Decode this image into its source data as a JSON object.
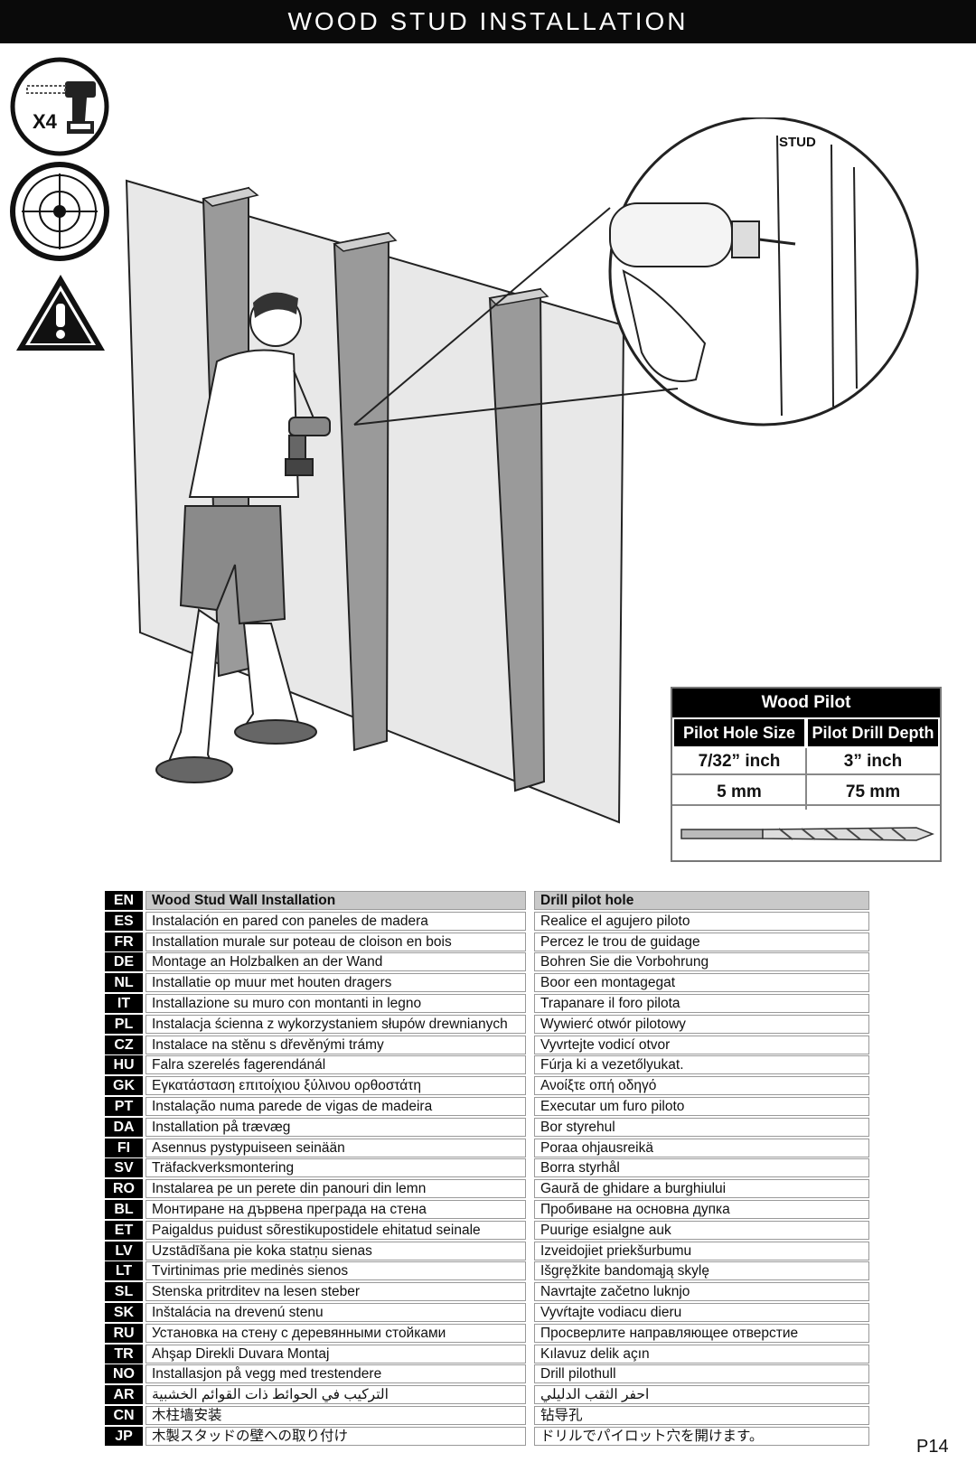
{
  "header": {
    "title": "WOOD STUD INSTALLATION"
  },
  "icons": {
    "drill_count": "X4",
    "items": [
      "drill-icon",
      "stud-finder-target-icon",
      "warning-icon"
    ]
  },
  "illustration": {
    "stud_label": "STUD"
  },
  "pilot_table": {
    "title": "Wood Pilot",
    "headers": [
      "Pilot Hole Size",
      "Pilot Drill Depth"
    ],
    "rows": [
      [
        "7/32” inch",
        "3” inch"
      ],
      [
        "5 mm",
        "75 mm"
      ]
    ],
    "image": "drill-bit-icon"
  },
  "languages": [
    {
      "code": "EN",
      "title": "Wood Stud Wall Installation",
      "step": "Drill pilot hole"
    },
    {
      "code": "ES",
      "title": "Instalación en pared con paneles de madera",
      "step": "Realice el agujero piloto"
    },
    {
      "code": "FR",
      "title": "Installation murale sur poteau de cloison en bois",
      "step": "Percez le trou de guidage"
    },
    {
      "code": "DE",
      "title": "Montage an Holzbalken an der Wand",
      "step": "Bohren Sie die Vorbohrung"
    },
    {
      "code": "NL",
      "title": "Installatie op muur met houten dragers",
      "step": "Boor een montagegat"
    },
    {
      "code": "IT",
      "title": "Installazione su muro con montanti in legno",
      "step": "Trapanare il foro pilota"
    },
    {
      "code": "PL",
      "title": "Instalacja ścienna z wykorzystaniem słupów drewnianych",
      "step": "Wywierć otwór pilotowy"
    },
    {
      "code": "CZ",
      "title": "Instalace na stěnu s dřevěnými trámy",
      "step": "Vyvrtejte vodicí otvor"
    },
    {
      "code": "HU",
      "title": "Falra szerelés fagerendánál",
      "step": "Fúrja ki a vezetőlyukat."
    },
    {
      "code": "GK",
      "title": "Εγκατάσταση επιτοίχιου ξύλινου ορθοστάτη",
      "step": "Ανοίξτε οπή οδηγό"
    },
    {
      "code": "PT",
      "title": "Instalação numa parede de vigas de madeira",
      "step": "Executar um furo piloto"
    },
    {
      "code": "DA",
      "title": "Installation på trævæg",
      "step": "Bor styrehul"
    },
    {
      "code": "FI",
      "title": "Asennus pystypuiseen seinään",
      "step": "Poraa ohjausreikä"
    },
    {
      "code": "SV",
      "title": "Träfackverksmontering",
      "step": "Borra styrhål"
    },
    {
      "code": "RO",
      "title": "Instalarea pe un perete din panouri din lemn",
      "step": "Gaură de ghidare a burghiului"
    },
    {
      "code": "BL",
      "title": "Монтиране на дървена преграда на стена",
      "step": "Пробиване на основна дупка"
    },
    {
      "code": "ET",
      "title": "Paigaldus puidust sõrestikupostidele ehitatud seinale",
      "step": "Puurige esialgne auk"
    },
    {
      "code": "LV",
      "title": "Uzstādīšana pie koka statņu sienas",
      "step": "Izveidojiet priekšurbumu"
    },
    {
      "code": "LT",
      "title": "Tvirtinimas prie medinės sienos",
      "step": "Išgręžkite bandomąją skylę"
    },
    {
      "code": "SL",
      "title": "Stenska pritrditev na lesen steber",
      "step": "Navrtajte začetno luknjo"
    },
    {
      "code": "SK",
      "title": "Inštalácia na drevenú stenu",
      "step": "Vyvŕtajte vodiacu dieru"
    },
    {
      "code": "RU",
      "title": "Установка на стену с деревянными стойками",
      "step": "Просверлите направляющее отверстие"
    },
    {
      "code": "TR",
      "title": "Ahşap Direkli Duvara Montaj",
      "step": "Kılavuz delik açın"
    },
    {
      "code": "NO",
      "title": "Installasjon på vegg med trestendere",
      "step": "Drill pilothull"
    },
    {
      "code": "AR",
      "title": "التركيب في الحوائط ذات القوائم الخشبية",
      "step": "احفر الثقب الدليلي"
    },
    {
      "code": "CN",
      "title": "木柱墙安装",
      "step": "钻导孔"
    },
    {
      "code": "JP",
      "title": "木製スタッドの壁への取り付け",
      "step": "ドリルでパイロット穴を開けます。"
    }
  ],
  "footer": {
    "page": "P14"
  }
}
